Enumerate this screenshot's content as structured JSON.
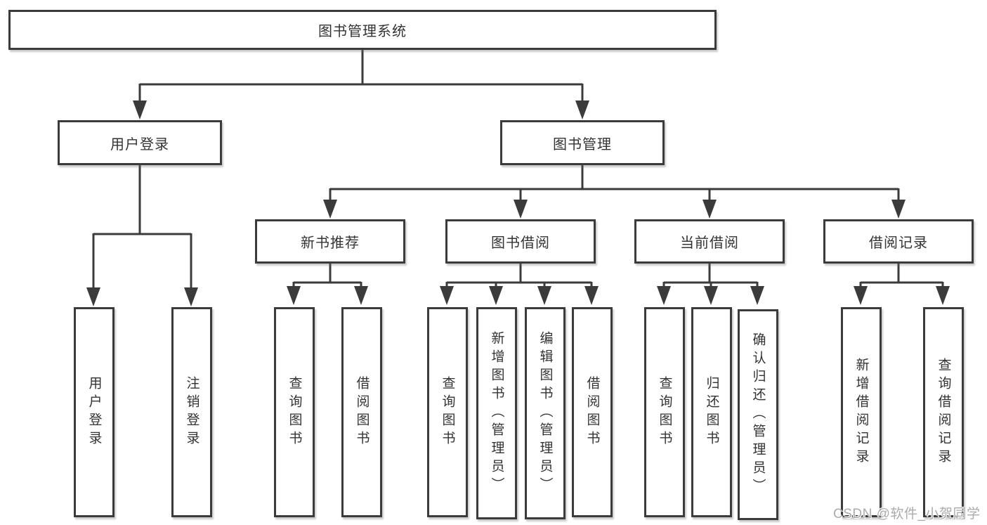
{
  "tree": {
    "root": {
      "label": "图书管理系统"
    },
    "branches": [
      {
        "label": "用户登录",
        "children": [
          {
            "label": "用户登录"
          },
          {
            "label": "注销登录"
          }
        ]
      },
      {
        "label": "图书管理",
        "children": [
          {
            "label": "新书推荐",
            "children": [
              {
                "label": "查询图书"
              },
              {
                "label": "借阅图书"
              }
            ]
          },
          {
            "label": "图书借阅",
            "children": [
              {
                "label": "查询图书"
              },
              {
                "label": "新增图书（管理员）"
              },
              {
                "label": "编辑图书（管理员）"
              },
              {
                "label": "借阅图书"
              }
            ]
          },
          {
            "label": "当前借阅",
            "children": [
              {
                "label": "查询图书"
              },
              {
                "label": "归还图书"
              },
              {
                "label": "确认归还（管理员）"
              }
            ]
          },
          {
            "label": "借阅记录",
            "children": [
              {
                "label": "新增借阅记录"
              },
              {
                "label": "查询借阅记录"
              }
            ]
          }
        ]
      }
    ]
  },
  "watermark": {
    "text": "CSDN @软件_小贺同学"
  },
  "colors": {
    "line": "#3b3b3b",
    "box_border": "#3b3b3b",
    "text": "#333333",
    "watermark": "#ababab",
    "background": "#ffffff"
  }
}
